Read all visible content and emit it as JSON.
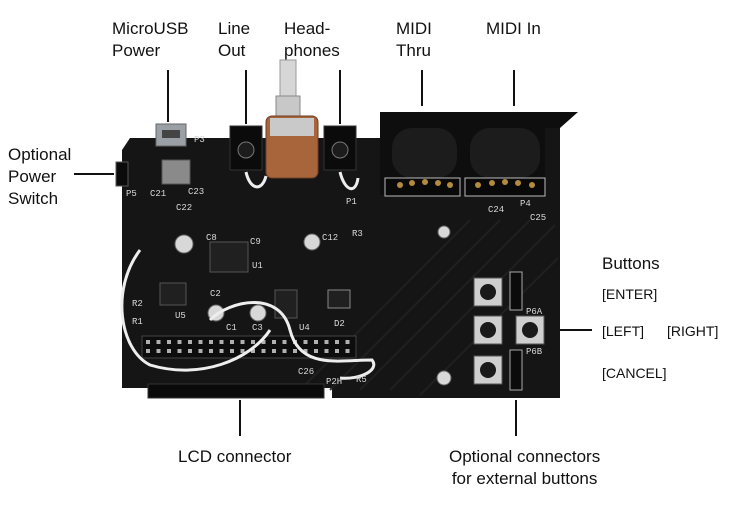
{
  "labels": {
    "microusb_line1": "MicroUSB",
    "microusb_line2": "Power",
    "lineout_line1": "Line",
    "lineout_line2": "Out",
    "headphones_line1": "Head-",
    "headphones_line2": "phones",
    "midithru_line1": "MIDI",
    "midithru_line2": "Thru",
    "midiin": "MIDI In",
    "power_line1": "Optional",
    "power_line2": "Power",
    "power_line3": "Switch",
    "buttons": "Buttons",
    "btn_enter": "[ENTER]",
    "btn_left": "[LEFT]",
    "btn_right": "[RIGHT]",
    "btn_cancel": "[CANCEL]",
    "lcd": "LCD connector",
    "optional_line1": "Optional connectors",
    "optional_line2": "for external buttons"
  },
  "silkscreen": {
    "u1": "U1",
    "u4": "U4",
    "u5": "U5",
    "p5": "P5",
    "p3": "P3",
    "p6a": "P6A",
    "p6b": "P6B",
    "p2h": "P2H",
    "c26": "C26",
    "c24": "C24",
    "c25": "C25",
    "c21": "C21",
    "c22": "C22",
    "c23": "C23",
    "c1": "C1",
    "c2": "C2",
    "c3": "C3",
    "c8": "C8",
    "c9": "C9",
    "c12": "C12",
    "r1": "R1",
    "r2": "R2",
    "r3": "R3",
    "r5": "R5",
    "d2": "D2",
    "p1": "P1",
    "p4": "P4"
  },
  "colors": {
    "pcb": "#151515",
    "silk": "#d9d9d9",
    "gold": "#b48a3c",
    "connector": "#0e0e0e"
  }
}
